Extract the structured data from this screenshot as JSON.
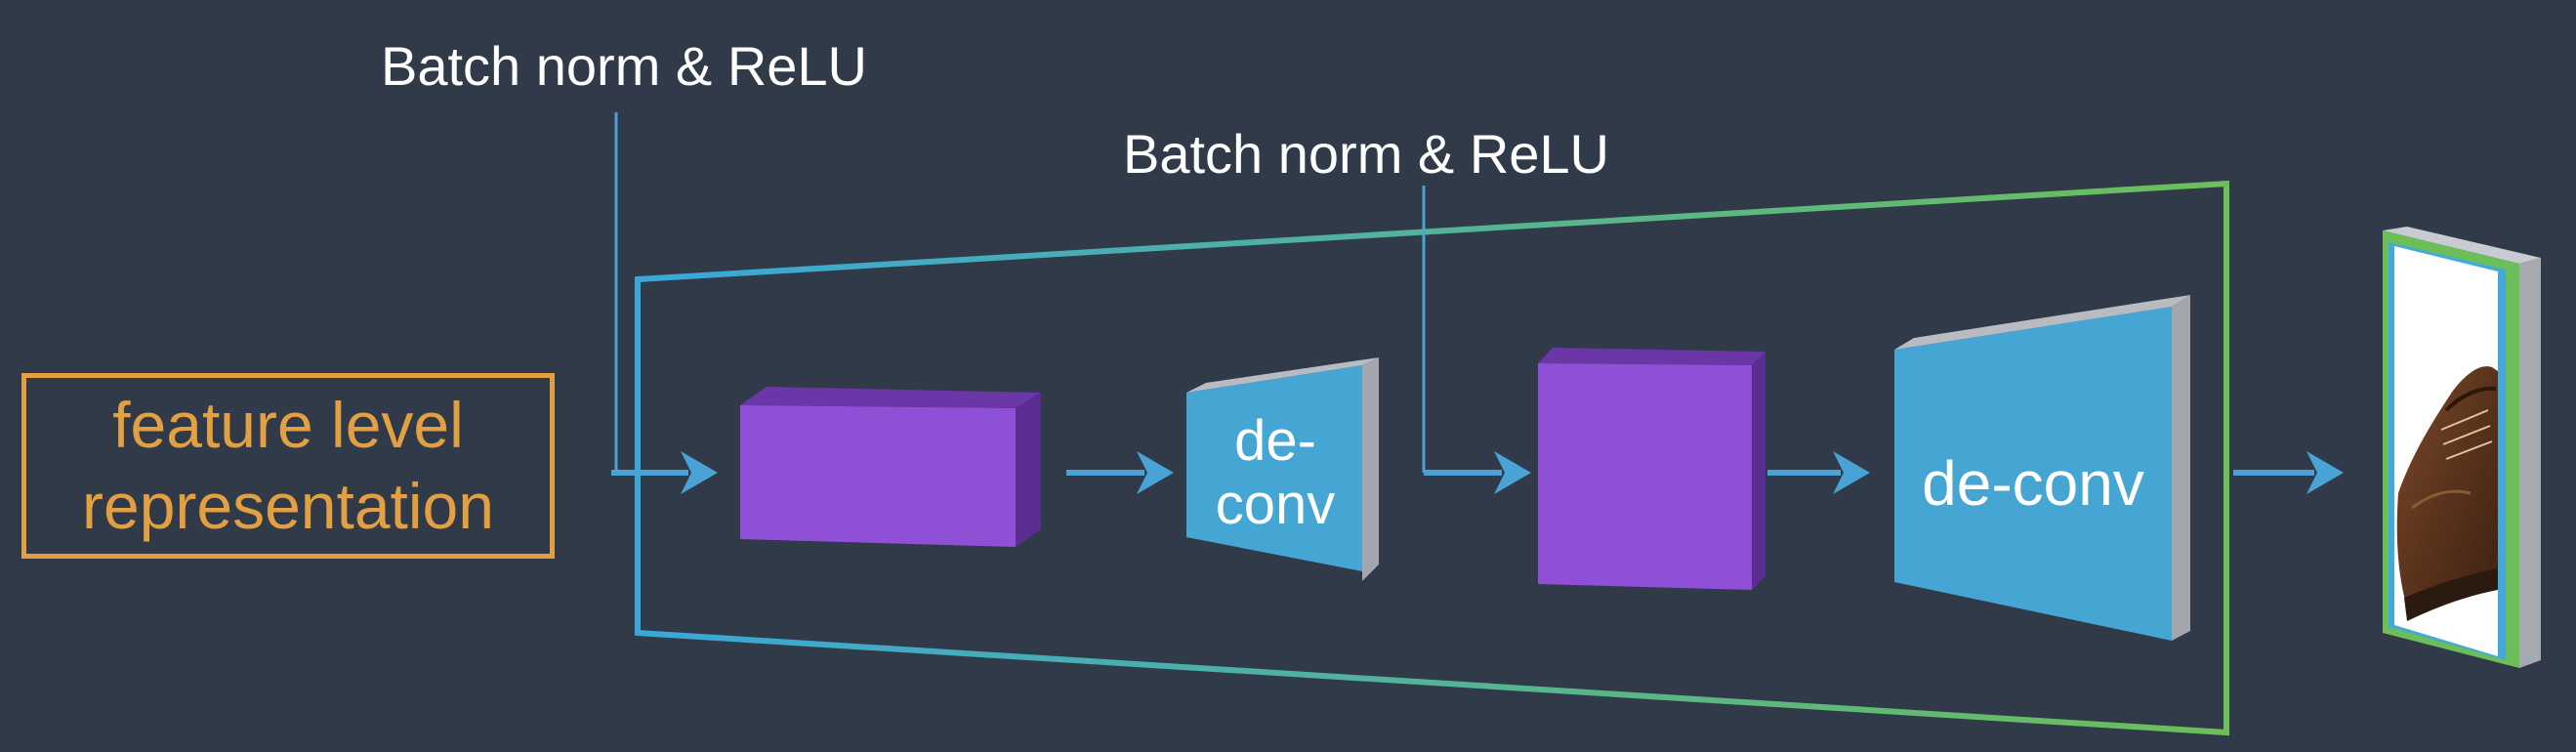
{
  "labels": {
    "batch_norm_1": "Batch norm & ReLU",
    "batch_norm_2": "Batch norm & ReLU"
  },
  "input": {
    "line1": "feature level",
    "line2": "representation"
  },
  "deconv_small": {
    "line1": "de-",
    "line2": "conv"
  },
  "deconv_large": "de-conv",
  "colors": {
    "background": "#303a48",
    "input_border": "#e3a042",
    "input_text": "#e3a042",
    "arrow": "#4aa3d6",
    "block_purple": "#8f4fd6",
    "deconv_blue": "#45a6d4",
    "frame_start": "#3aa7d8",
    "frame_end": "#6cbf58"
  },
  "output_image": "brown-shoe-image"
}
